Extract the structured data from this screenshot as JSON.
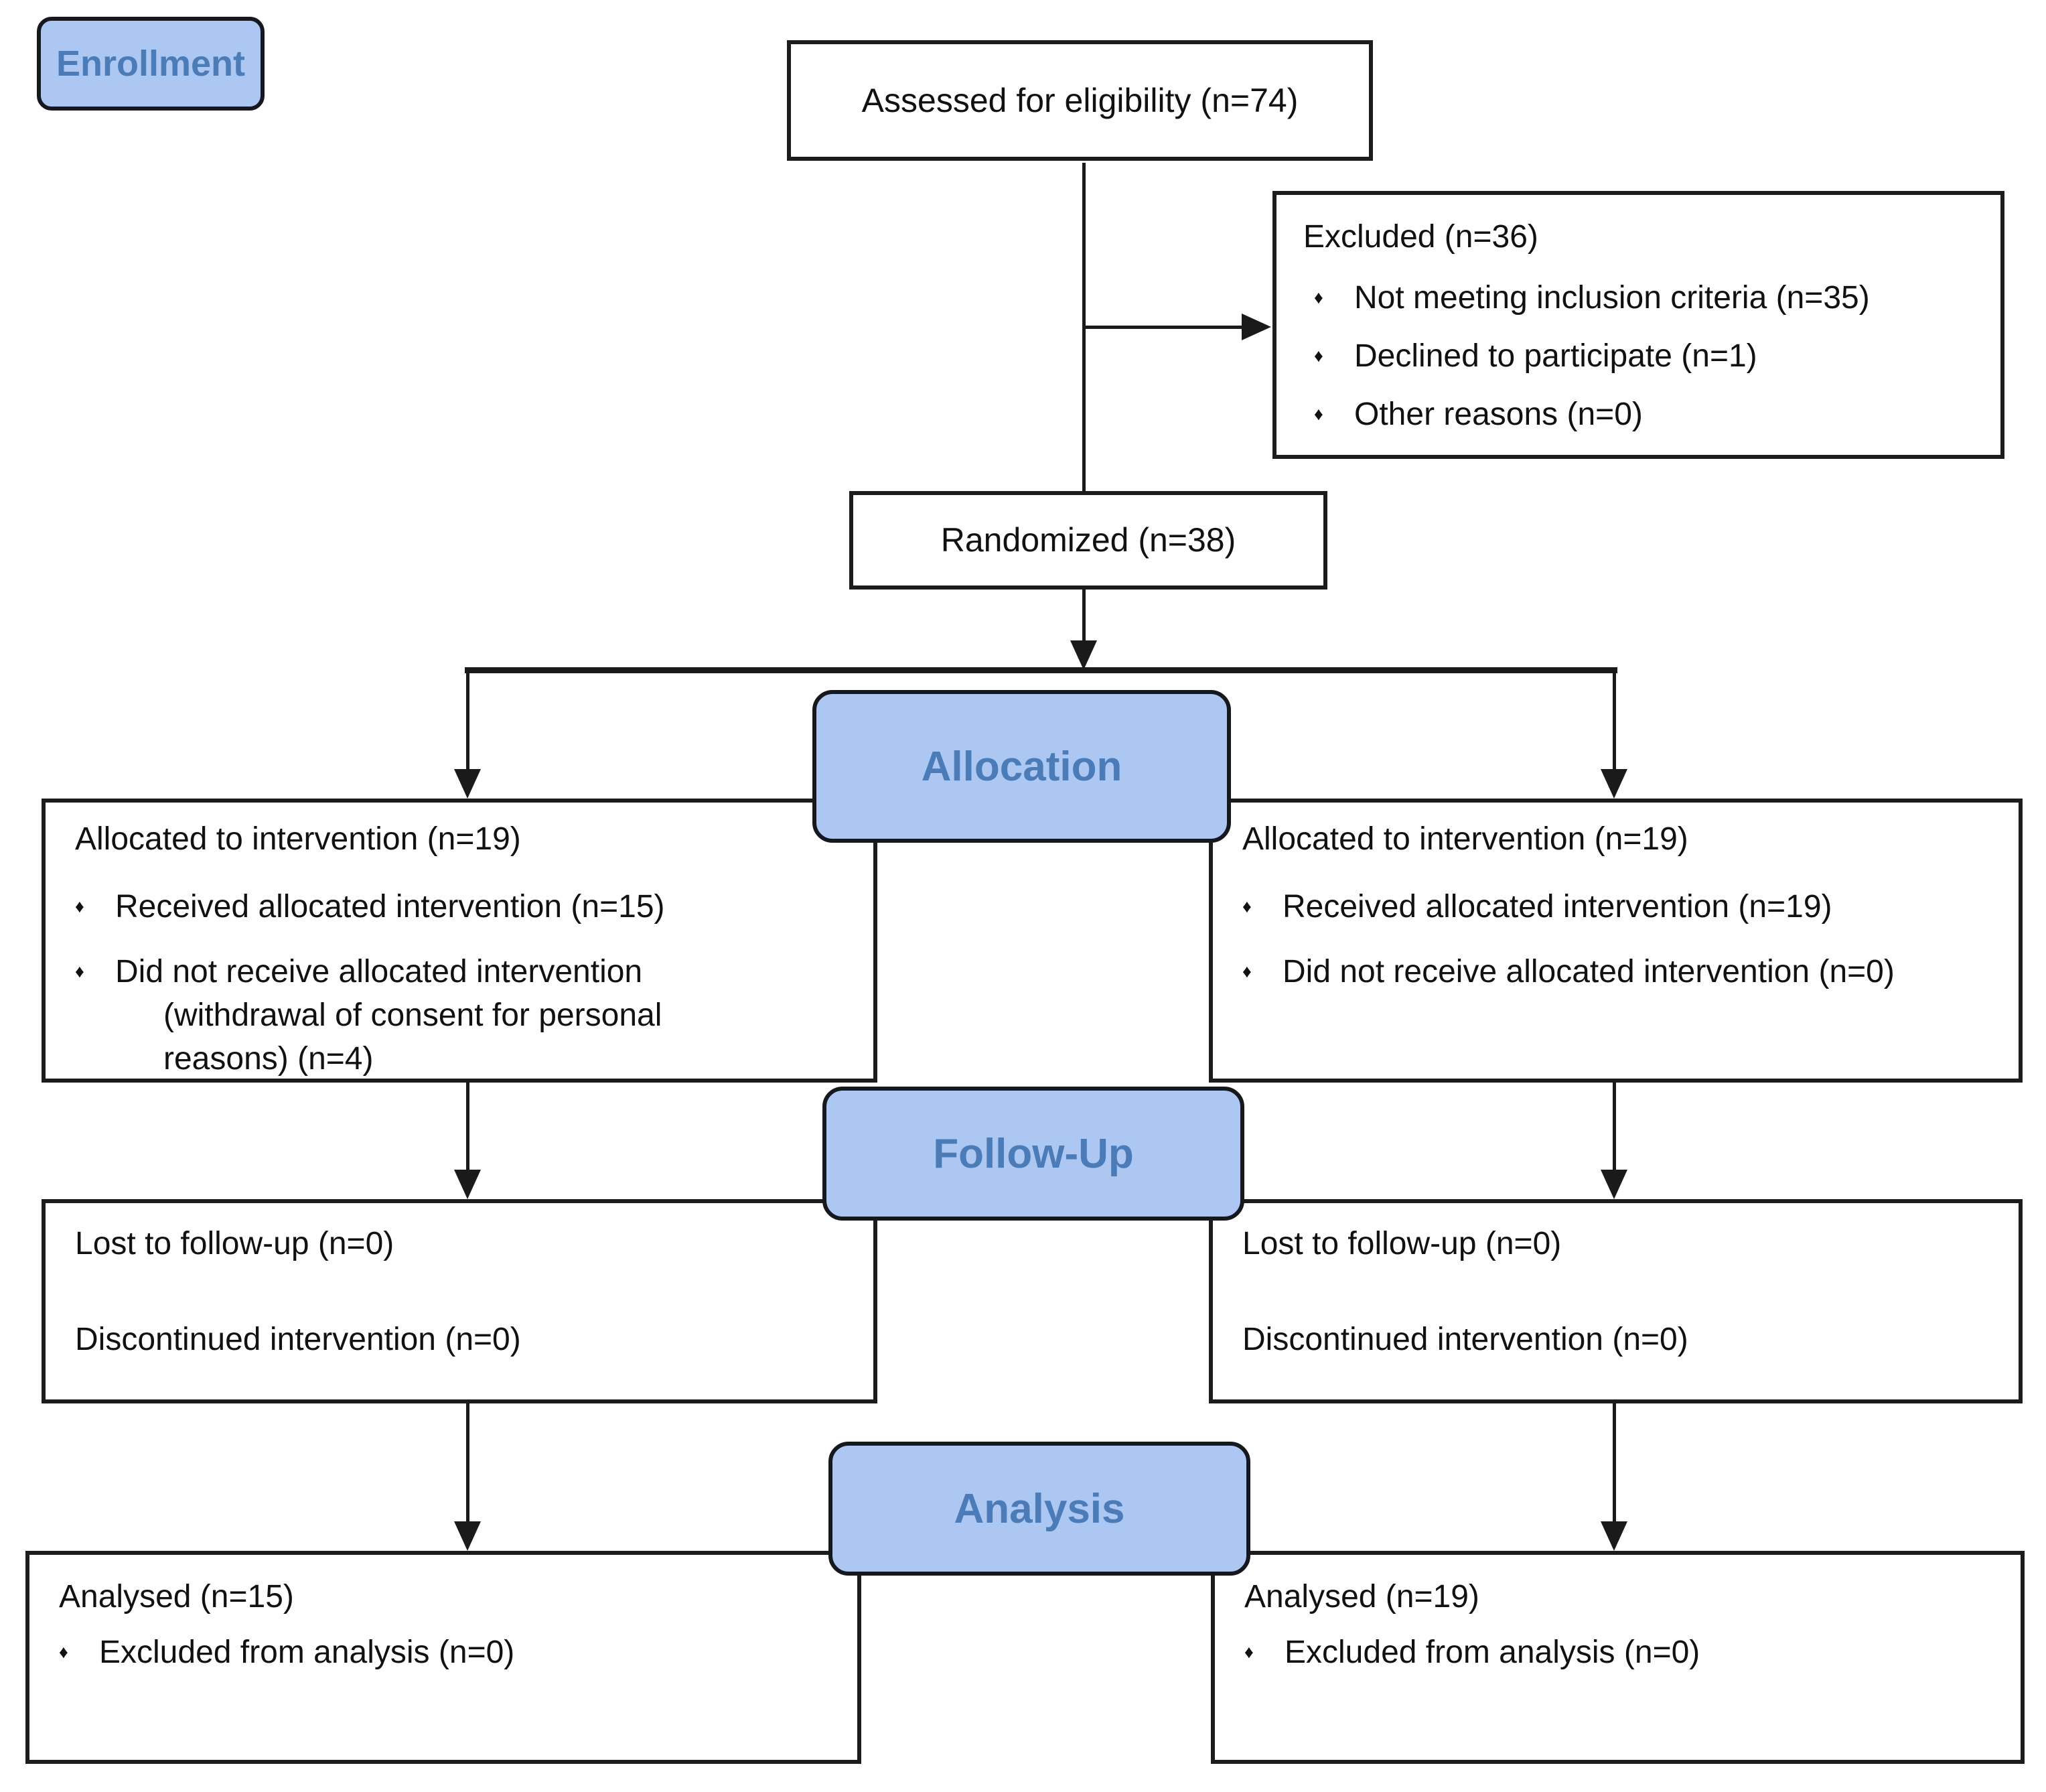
{
  "figure": {
    "type": "consort-flow-diagram",
    "bullet_char": "♦",
    "colors": {
      "stage_fill": "#abc7f2",
      "stage_border": "#15181e",
      "stage_text": "#4b7cb8",
      "box_border": "#1c1c1c",
      "box_text": "#111111",
      "line": "#1a1a1a",
      "background": "#ffffff"
    },
    "stage_labels": {
      "enrollment": "Enrollment",
      "allocation": "Allocation",
      "followup": "Follow-Up",
      "analysis": "Analysis"
    },
    "boxes": {
      "assessed": {
        "text": "Assessed for eligibility (n=74)"
      },
      "excluded": {
        "title": "Excluded (n=36)",
        "bullets": [
          "Not meeting inclusion criteria (n=35)",
          "Declined to participate (n=1)",
          "Other reasons (n=0)"
        ]
      },
      "randomized": {
        "text": "Randomized (n=38)"
      },
      "allocation_left": {
        "title": "Allocated to intervention (n=19)",
        "bullet1": "Received allocated intervention (n=15)",
        "bullet2_line1": "Did not receive allocated intervention",
        "bullet2_line2": "(withdrawal of consent for personal",
        "bullet2_line3": "reasons) (n=4)"
      },
      "allocation_right": {
        "title": "Allocated to intervention (n=19)",
        "bullet1": "Received allocated intervention (n=19)",
        "bullet2": "Did not receive allocated intervention (n=0)"
      },
      "followup_left": {
        "line1": "Lost to follow-up (n=0)",
        "line2": "Discontinued intervention (n=0)"
      },
      "followup_right": {
        "line1": "Lost to follow-up (n=0)",
        "line2": "Discontinued intervention (n=0)"
      },
      "analysis_left": {
        "title": "Analysed (n=15)",
        "bullet1": "Excluded from analysis (n=0)"
      },
      "analysis_right": {
        "title": "Analysed (n=19)",
        "bullet1": "Excluded from analysis (n=0)"
      }
    }
  }
}
